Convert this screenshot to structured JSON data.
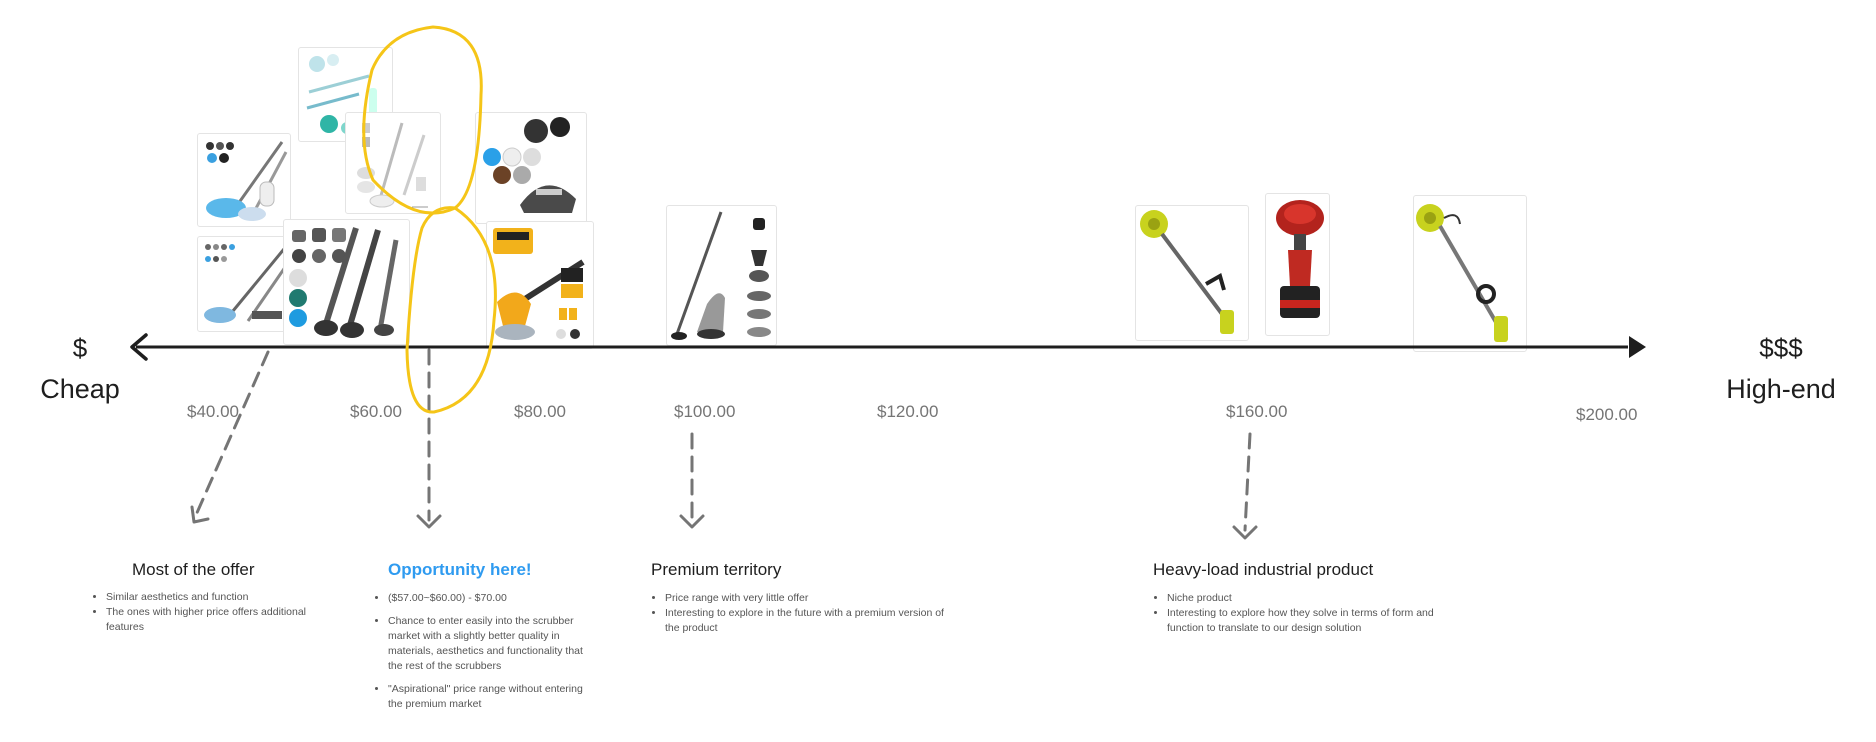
{
  "axis": {
    "left_symbol": "$",
    "left_label": "Cheap",
    "right_symbol": "$$$",
    "right_label": "High-end",
    "line_color": "#1e1e1e"
  },
  "price_ticks": [
    "$40.00",
    "$60.00",
    "$80.00",
    "$100.00",
    "$120.00",
    "$160.00",
    "$200.00"
  ],
  "highlight": {
    "color": "#f5c518",
    "marker": "yellow-hand-drawn-loop"
  },
  "segments": [
    {
      "heading": "Most of the offer",
      "accent": false,
      "notes": [
        "Similar aesthetics and function",
        "The ones with higher price offers additional features"
      ]
    },
    {
      "heading": "Opportunity here!",
      "accent": true,
      "accent_color": "#2f9bf0",
      "notes": [
        "($57.00~$60.00) - $70.00",
        "Chance to enter easily into the scrubber market with a slightly better quality in materials, aesthetics and functionality that the rest of the scrubbers",
        "\"Aspirational\" price range without entering the premium market"
      ]
    },
    {
      "heading": "Premium territory",
      "accent": false,
      "notes": [
        "Price range with very little offer",
        "Interesting to explore in the future with a premium version of the product"
      ]
    },
    {
      "heading": "Heavy-load industrial product",
      "accent": false,
      "notes": [
        "Niche product",
        "Interesting to explore how they solve in terms of form and function to translate to our design solution"
      ]
    }
  ],
  "products": [
    {
      "icon": "spin-scrubber-kit-blue"
    },
    {
      "icon": "spin-scrubber-kit-teal"
    },
    {
      "icon": "spin-scrubber-kit-white"
    },
    {
      "icon": "spin-scrubber-kit-mixed"
    },
    {
      "icon": "spin-scrubber-kit-gray"
    },
    {
      "icon": "drill-brush-kit"
    },
    {
      "icon": "yellow-power-scrubber"
    },
    {
      "icon": "telescopic-scrubber"
    },
    {
      "icon": "green-pole-scrubber"
    },
    {
      "icon": "red-drill-brush"
    },
    {
      "icon": "green-long-scrubber"
    }
  ]
}
